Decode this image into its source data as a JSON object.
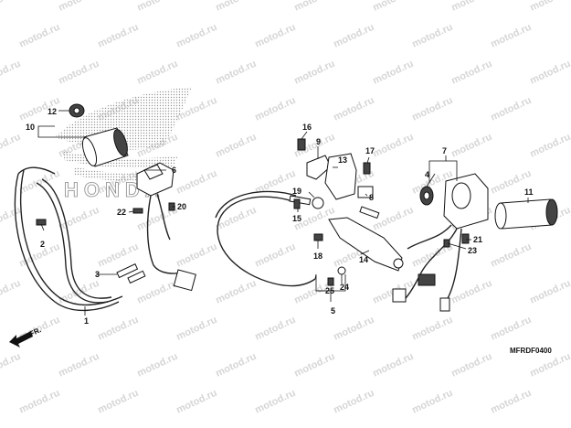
{
  "watermark": "motod.ru",
  "logo_text": "HONDA",
  "front_indicator": "FR.",
  "diagram_code": "MFRDF0400",
  "callouts": [
    "1",
    "2",
    "3",
    "4",
    "5",
    "6",
    "7",
    "8",
    "9",
    "10",
    "11",
    "12",
    "13",
    "14",
    "15",
    "16",
    "17",
    "18",
    "19",
    "20",
    "21",
    "22",
    "23",
    "24",
    "25"
  ],
  "colors": {
    "line": "#111111",
    "watermark": "#d6d6d6",
    "logo_dots": "#9a9a9a"
  }
}
